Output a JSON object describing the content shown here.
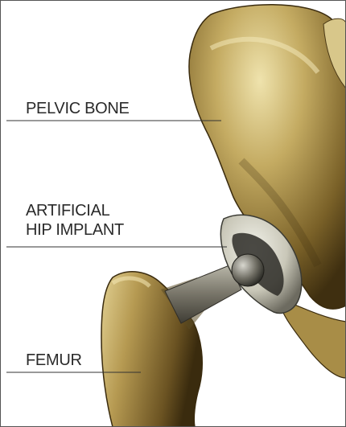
{
  "labels": {
    "pelvic_bone": "PELVIC BONE",
    "implant_line1": "ARTIFICIAL",
    "implant_line2": "HIP IMPLANT",
    "femur": "FEMUR"
  },
  "colors": {
    "background": "#ffffff",
    "label_text": "#2a2a2a",
    "leader_line": "#333333",
    "bone_light": "#e6d8a0",
    "bone_mid": "#b59a55",
    "bone_dark": "#4f3c18",
    "metal_light": "#e8e8e0",
    "metal_dark": "#5a5a50"
  },
  "icons": {
    "pelvis": "pelvic-bone-illustration",
    "femur": "femur-illustration",
    "implant": "hip-implant-illustration"
  }
}
